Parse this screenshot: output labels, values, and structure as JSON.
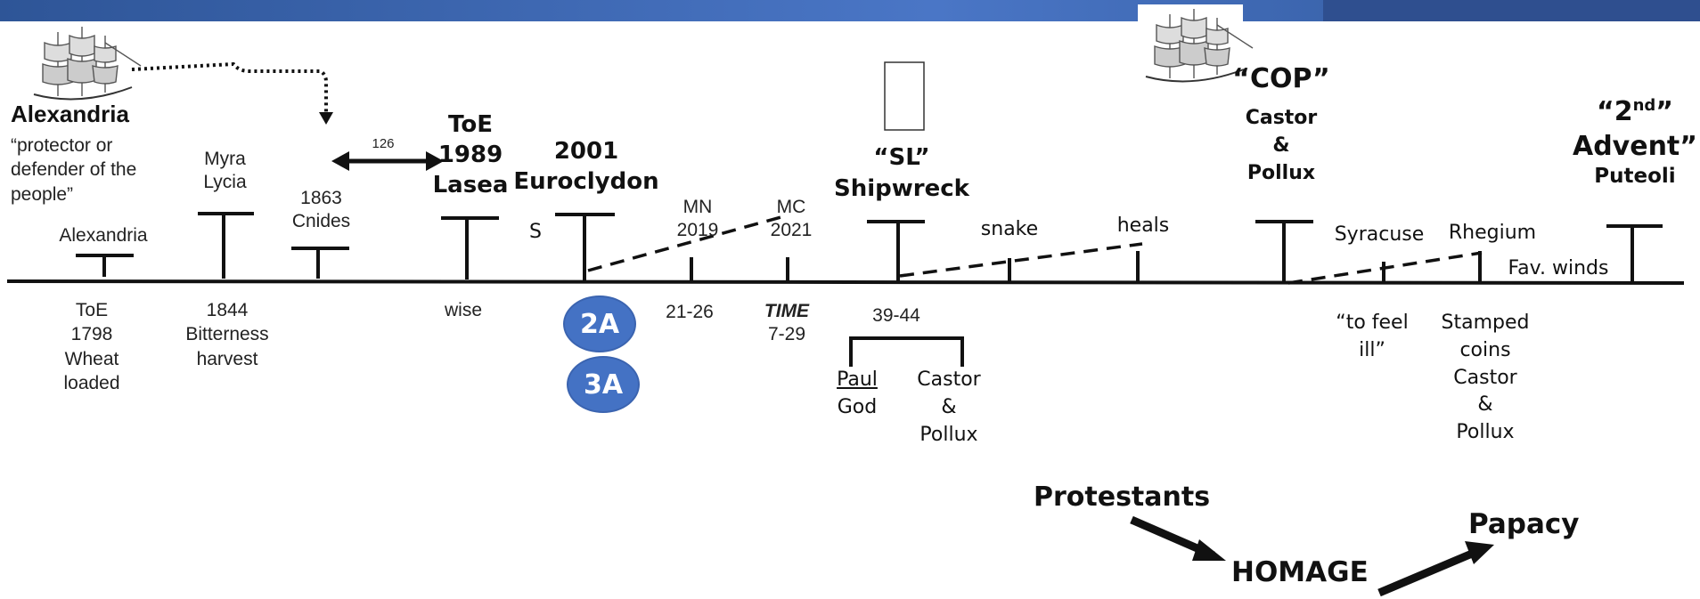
{
  "header": {
    "bar_color": "#4472c4",
    "bar_color_dark": "#2e5597"
  },
  "colors": {
    "accent_blue": "#4472c4",
    "line": "#111111"
  },
  "left": {
    "city": "Alexandria",
    "meaning": [
      "“protector or",
      "defender of the",
      "people”"
    ],
    "marker": "Alexandria",
    "below": [
      "ToE",
      "1798",
      "Wheat",
      "loaded"
    ]
  },
  "myra": {
    "above": [
      "Myra",
      "Lycia"
    ],
    "below": [
      "1844",
      "Bitterness",
      "harvest"
    ]
  },
  "cnides": {
    "above": [
      "1863",
      "Cnides"
    ],
    "arrow_label": "126"
  },
  "lasea": {
    "above": [
      "ToE",
      "1989",
      "Lasea"
    ],
    "below": "wise"
  },
  "euroclydon": {
    "above": [
      "2001",
      "Euroclydon"
    ],
    "side": "S",
    "badges": [
      "2A",
      "3A"
    ]
  },
  "mn": {
    "above": [
      "MN",
      "2019"
    ],
    "below": "21-26"
  },
  "mc": {
    "above": [
      "MC",
      "2021"
    ],
    "below": [
      "TIME",
      "7-29"
    ]
  },
  "shipwreck": {
    "above": [
      "“SL”",
      "Shipwreck"
    ],
    "below": "39-44",
    "bracket_left": [
      "Paul",
      "God"
    ],
    "bracket_right": [
      "Castor",
      "&",
      "Pollux"
    ]
  },
  "snake": {
    "label": "snake"
  },
  "heals": {
    "label": "heals"
  },
  "cop": {
    "above": [
      "“COP”",
      "Castor",
      "&",
      "Pollux"
    ]
  },
  "syracuse": {
    "above": "Syracuse",
    "below": [
      "“to feel",
      "ill”"
    ]
  },
  "rhegium": {
    "above": "Rhegium",
    "below": [
      "Stamped",
      "coins",
      "Castor",
      "&",
      "Pollux"
    ]
  },
  "favwinds": {
    "label": "Fav. winds"
  },
  "advent": {
    "sup": "nd",
    "line1_pre": "“2",
    "line1_post": "”",
    "line2": "Advent”",
    "line3": "Puteoli"
  },
  "flow": {
    "from": "Protestants",
    "middle": "HOMAGE",
    "to": "Papacy"
  }
}
